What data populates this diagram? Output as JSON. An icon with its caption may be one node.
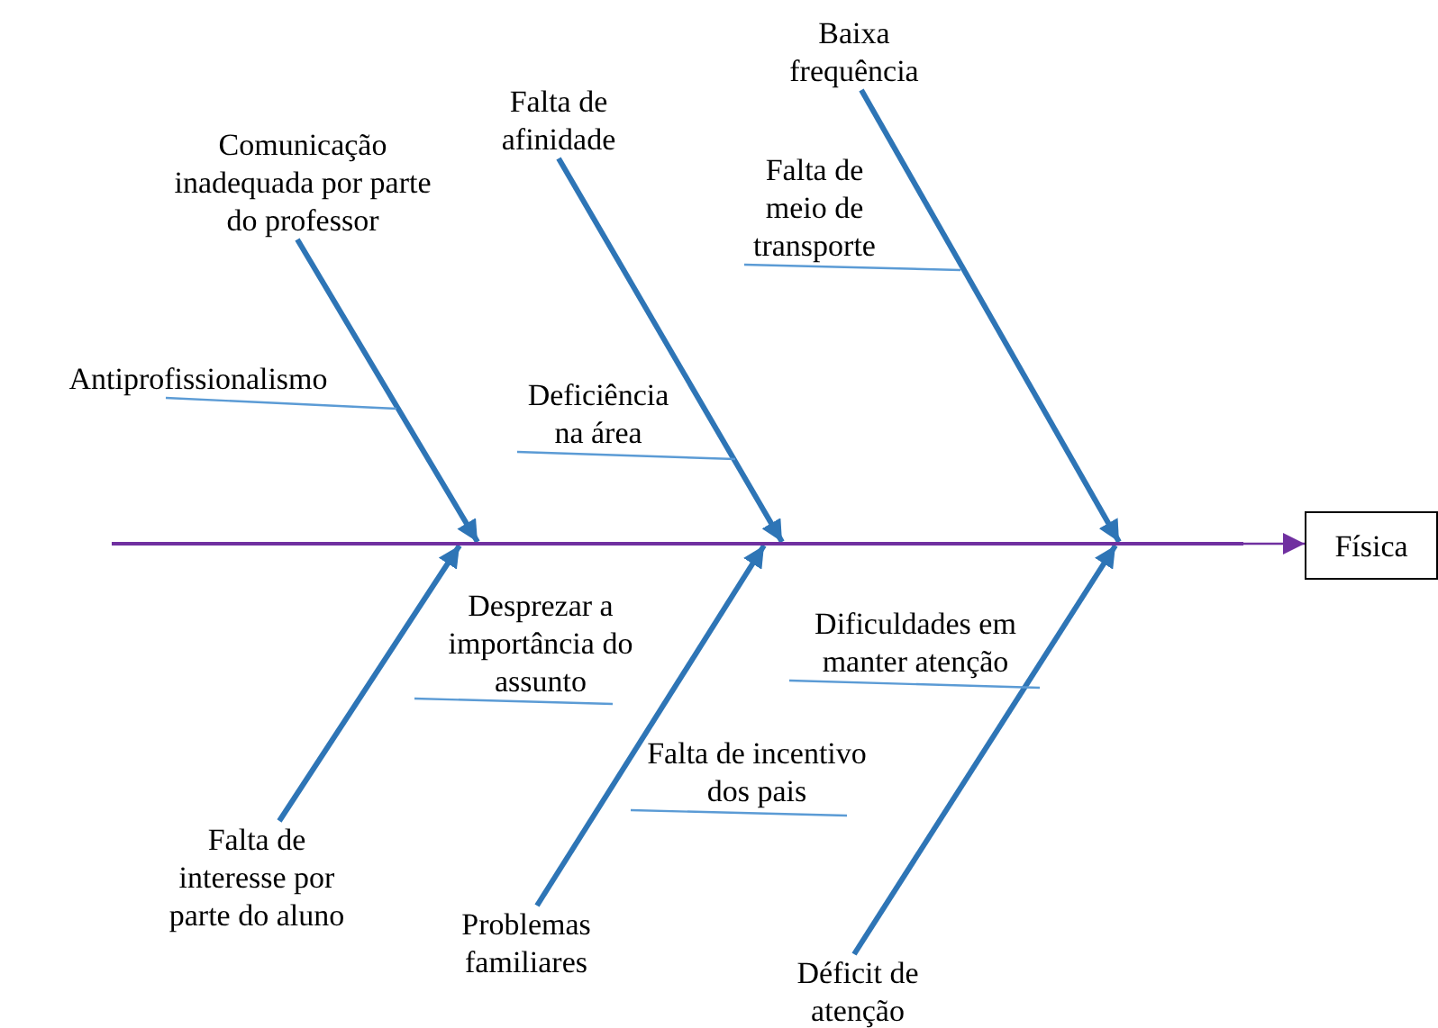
{
  "diagram": {
    "nodes": [
      {
        "text": [
          "Baixa frequência"
        ]
      },
      {
        "text": [
          "Falta de afinidade"
        ]
      },
      {
        "text": [
          "Comunicação inadequada por parte do professor"
        ]
      },
      {
        "text": [
          "Falta de meio de transporte"
        ]
      },
      {
        "text": [
          "Antiprofissionalismo"
        ]
      },
      {
        "text": [
          "Deficiência na área"
        ]
      },
      {
        "text": [
          "Física"
        ]
      },
      {
        "text": [
          "Desprezar a importância do assunto"
        ]
      },
      {
        "text": [
          "Dificuldades em manter atenção"
        ]
      },
      {
        "text": [
          "Falta de incentivo dos pais"
        ]
      },
      {
        "text": [
          "Falta de interesse por parte do aluno"
        ]
      },
      {
        "text": [
          "Problemas familiares"
        ]
      },
      {
        "text": [
          "Déficit de atenção"
        ]
      },
      {
        "text": [],
        "shape": "bar"
      }
    ],
    "edges": [
      {
        "from": 13,
        "to": 6,
        "arrow": "to",
        "color": "#7030a0"
      },
      {
        "from": 0,
        "to": 13,
        "arrow": "to",
        "style": "thick",
        "color": "#2e75b6"
      },
      {
        "from": 1,
        "to": 13,
        "arrow": "to",
        "style": "thick",
        "color": "#2e75b6"
      },
      {
        "from": 2,
        "to": 13,
        "arrow": "to",
        "style": "thick",
        "color": "#2e75b6"
      },
      {
        "from": 10,
        "to": 13,
        "arrow": "to",
        "style": "thick",
        "color": "#2e75b6"
      },
      {
        "from": 11,
        "to": 13,
        "arrow": "to",
        "style": "thick",
        "color": "#2e75b6"
      },
      {
        "from": 12,
        "to": 13,
        "arrow": "to",
        "style": "thick",
        "color": "#2e75b6"
      },
      {
        "from": 3,
        "to": null,
        "arrow": "none",
        "color": "#5b9bd5"
      },
      {
        "from": 4,
        "to": null,
        "arrow": "none",
        "color": "#5b9bd5"
      },
      {
        "from": 5,
        "to": null,
        "arrow": "none",
        "color": "#5b9bd5"
      },
      {
        "from": 7,
        "to": null,
        "arrow": "none",
        "color": "#5b9bd5"
      },
      {
        "from": 8,
        "to": null,
        "arrow": "none",
        "color": "#5b9bd5"
      },
      {
        "from": 9,
        "to": null,
        "arrow": "none",
        "color": "#5b9bd5"
      }
    ]
  }
}
